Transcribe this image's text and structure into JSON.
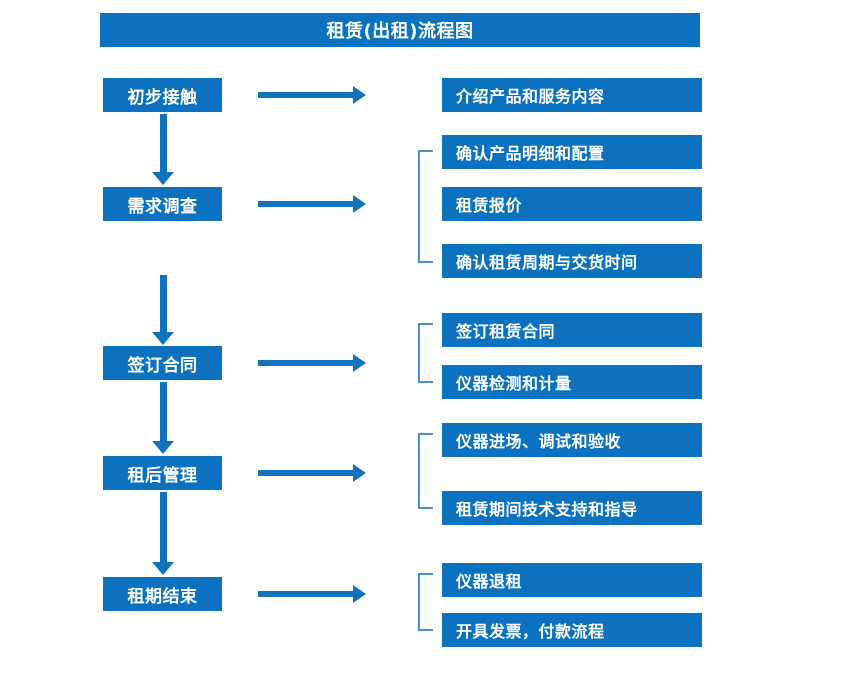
{
  "diagram": {
    "title": "租赁(出租)流程图",
    "theme": {
      "box_fill": "#0c72bf",
      "box_text": "#ffffff",
      "arrow": "#1273bd",
      "bracket": "#4a90d0",
      "background": "#ffffff"
    },
    "stages": [
      {
        "label": "初步接触"
      },
      {
        "label": "需求调查"
      },
      {
        "label": "签订合同"
      },
      {
        "label": "租后管理"
      },
      {
        "label": "租期结束"
      }
    ],
    "details": [
      {
        "label": "介绍产品和服务内容"
      },
      {
        "label": "确认产品明细和配置"
      },
      {
        "label": "租赁报价"
      },
      {
        "label": "确认租赁周期与交货时间"
      },
      {
        "label": "签订租赁合同"
      },
      {
        "label": "仪器检测和计量"
      },
      {
        "label": "仪器进场、调试和验收"
      },
      {
        "label": "租赁期间技术支持和指导"
      },
      {
        "label": "仪器退租"
      },
      {
        "label": "开具发票，付款流程"
      }
    ],
    "groups": [
      {
        "stage": "初步接触",
        "details": [
          "介绍产品和服务内容"
        ]
      },
      {
        "stage": "需求调查",
        "details": [
          "确认产品明细和配置",
          "租赁报价",
          "确认租赁周期与交货时间"
        ]
      },
      {
        "stage": "签订合同",
        "details": [
          "签订租赁合同",
          "仪器检测和计量"
        ]
      },
      {
        "stage": "租后管理",
        "details": [
          "仪器进场、调试和验收",
          "租赁期间技术支持和指导"
        ]
      },
      {
        "stage": "租期结束",
        "details": [
          "仪器退租",
          "开具发票，付款流程"
        ]
      }
    ]
  }
}
